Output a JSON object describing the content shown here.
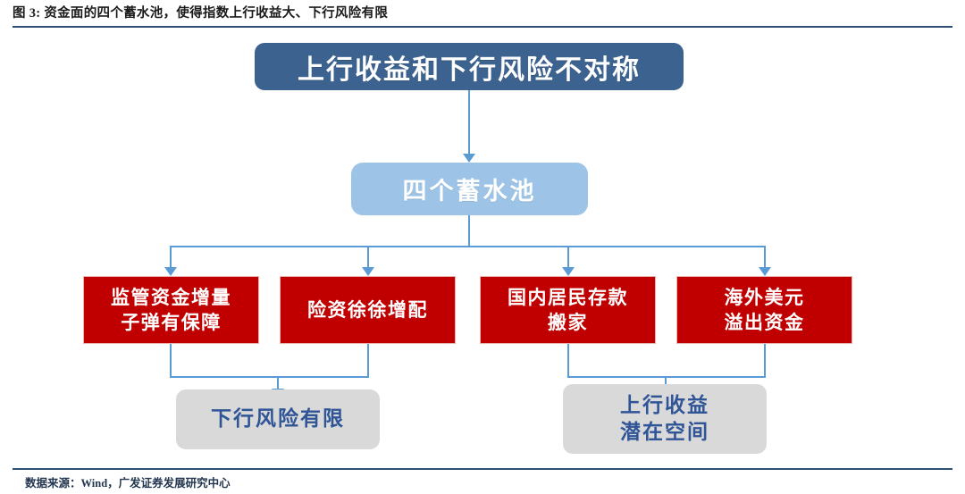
{
  "figure": {
    "title": "图 3: 资金面的四个蓄水池，使得指数上行收益大、下行风险有限",
    "source": "数据来源：Wind，广发证券发展研究中心"
  },
  "palette": {
    "top_box": "#3c628f",
    "pool_box": "#9dc3e6",
    "factor_box": "#c00000",
    "outcome_box": "#d9d9d9",
    "outcome_text": "#2f5597",
    "connector": "#5b9bd5",
    "rule": "#2f4f72"
  },
  "diagram": {
    "type": "flowchart",
    "root": {
      "label": "上行收益和下行风险不对称"
    },
    "pool": {
      "label": "四个蓄水池"
    },
    "factors": [
      {
        "line1": "监管资金增量",
        "line2": "子弹有保障"
      },
      {
        "line1": "险资徐徐增配",
        "line2": ""
      },
      {
        "line1": "国内居民存款",
        "line2": "搬家"
      },
      {
        "line1": "海外美元",
        "line2": "溢出资金"
      }
    ],
    "outcomes": [
      {
        "line1": "下行风险有限",
        "line2": ""
      },
      {
        "line1": "上行收益",
        "line2": "潜在空间"
      }
    ]
  }
}
